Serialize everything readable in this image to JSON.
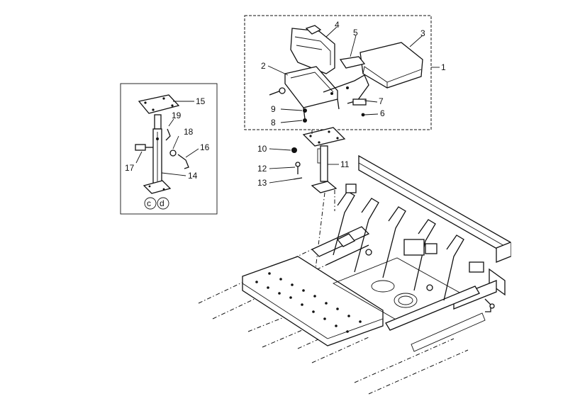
{
  "callouts": [
    {
      "id": "c1",
      "label": "1"
    },
    {
      "id": "c2",
      "label": "2"
    },
    {
      "id": "c3",
      "label": "3"
    },
    {
      "id": "c4",
      "label": "4"
    },
    {
      "id": "c5",
      "label": "5"
    },
    {
      "id": "c6",
      "label": "6"
    },
    {
      "id": "c7",
      "label": "7"
    },
    {
      "id": "c8",
      "label": "8"
    },
    {
      "id": "c9",
      "label": "9"
    },
    {
      "id": "c10",
      "label": "10"
    },
    {
      "id": "c11",
      "label": "11"
    },
    {
      "id": "c12",
      "label": "12"
    },
    {
      "id": "c13",
      "label": "13"
    },
    {
      "id": "c14",
      "label": "14"
    },
    {
      "id": "c15",
      "label": "15"
    },
    {
      "id": "c16",
      "label": "16"
    },
    {
      "id": "c17",
      "label": "17"
    },
    {
      "id": "c18",
      "label": "18"
    },
    {
      "id": "c19",
      "label": "19"
    }
  ],
  "variant_marks": {
    "left": "c",
    "right": "d"
  }
}
